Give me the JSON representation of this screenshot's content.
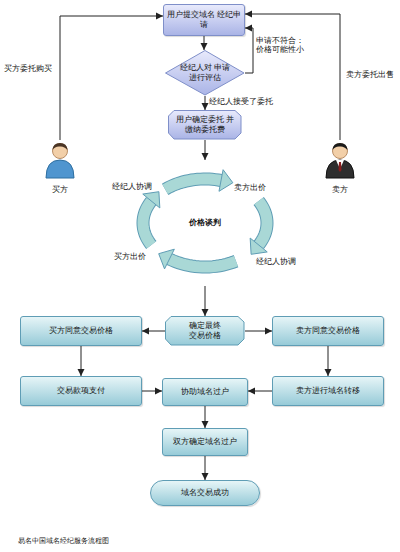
{
  "diagram": {
    "caption": "易名中国域名经纪服务流程图",
    "nodes": [
      {
        "text": [
          "用户提交域名 经纪申请"
        ]
      },
      {
        "text": [
          "经纪人对 申请进行评估"
        ]
      },
      {
        "text": [
          "用户确定委托 并缴纳委托费"
        ]
      },
      {
        "text": [
          "买方"
        ]
      },
      {
        "text": [
          "卖方"
        ]
      },
      {
        "text": [
          "价格谈判"
        ]
      },
      {
        "text": [
          "买方同意交易价格"
        ]
      },
      {
        "text": [
          "确定最终 交易价格"
        ]
      },
      {
        "text": [
          "卖方同意交易价格"
        ]
      },
      {
        "text": [
          "交易款项支付"
        ]
      },
      {
        "text": [
          "协助域名过户"
        ]
      },
      {
        "text": [
          "卖方进行域名转移"
        ]
      },
      {
        "text": [
          "双方确定域名过户"
        ]
      },
      {
        "text": [
          "域名交易成功"
        ]
      }
    ],
    "edges": [
      {
        "from": 0,
        "to": 1,
        "arrow": "to"
      },
      {
        "from": 1,
        "to": 0,
        "arrow": "to",
        "label": "申请不符合： 价格可能性小"
      },
      {
        "from": 1,
        "to": 2,
        "arrow": "to",
        "label": "经纪人接受了委托"
      },
      {
        "from": 3,
        "to": 0,
        "arrow": "to",
        "label": "买方委托购买"
      },
      {
        "from": 4,
        "to": 0,
        "arrow": "to",
        "label": "卖方委托出售"
      },
      {
        "from": 2,
        "to": 5,
        "arrow": "to"
      },
      {
        "from": 5,
        "to": 7,
        "arrow": "to"
      },
      {
        "from": 7,
        "to": 6,
        "arrow": "to"
      },
      {
        "from": 7,
        "to": 8,
        "arrow": "to"
      },
      {
        "from": 6,
        "to": 9,
        "arrow": "to"
      },
      {
        "from": 8,
        "to": 11,
        "arrow": "to"
      },
      {
        "from": 9,
        "to": 10,
        "arrow": "to"
      },
      {
        "from": 11,
        "to": 10,
        "arrow": "to"
      },
      {
        "from": 10,
        "to": 12,
        "arrow": "to"
      },
      {
        "from": 12,
        "to": 13,
        "arrow": "to"
      }
    ],
    "labels": [
      "经纪人协调",
      "卖方出价",
      "经纪人协调",
      "买方出价"
    ]
  }
}
